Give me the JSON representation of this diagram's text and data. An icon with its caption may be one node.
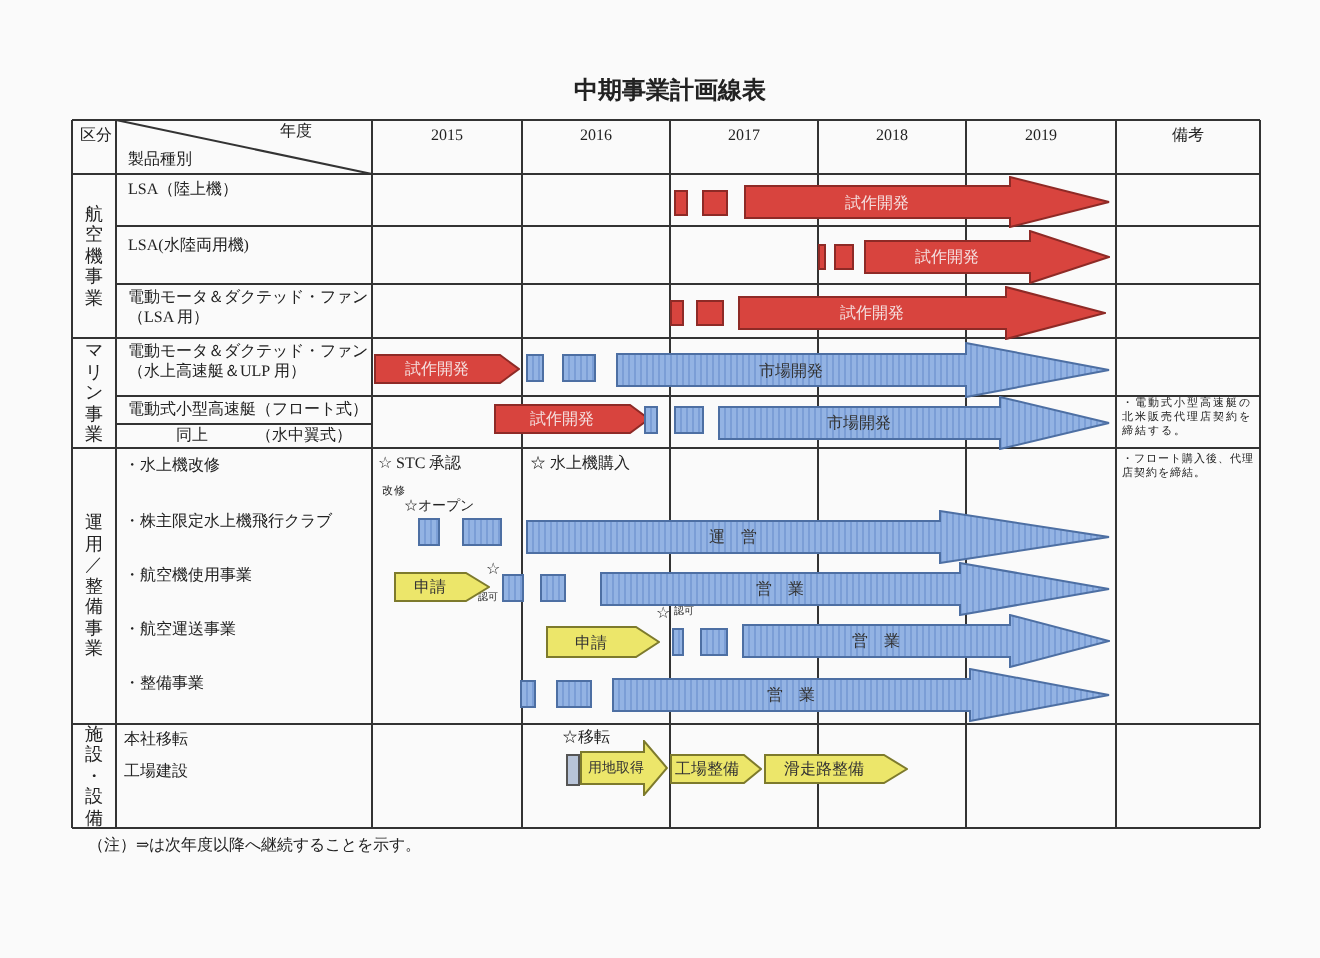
{
  "diagram": {
    "title": "中期事業計画線表",
    "nodes": [
      {
        "text": [],
        "shape": "bar"
      },
      {
        "text": [],
        "shape": "bar"
      },
      {
        "text": [
          "試作開発"
        ]
      },
      {
        "text": [],
        "shape": "bar"
      },
      {
        "text": [],
        "shape": "bar"
      },
      {
        "text": [
          "試作開発"
        ]
      },
      {
        "text": [],
        "shape": "bar"
      },
      {
        "text": [],
        "shape": "bar"
      },
      {
        "text": [
          "試作開発"
        ]
      },
      {
        "text": [
          "試作開発"
        ]
      },
      {
        "text": [],
        "shape": "bar"
      },
      {
        "text": [],
        "shape": "bar"
      },
      {
        "text": [
          "市場開発"
        ]
      },
      {
        "text": [
          "試作開発"
        ]
      },
      {
        "text": [],
        "shape": "bar"
      },
      {
        "text": [],
        "shape": "bar"
      },
      {
        "text": [
          "市場開発"
        ]
      },
      {
        "text": [],
        "shape": "bar"
      },
      {
        "text": [],
        "shape": "bar"
      },
      {
        "text": [
          "運　営"
        ]
      },
      {
        "text": [
          "申請"
        ]
      },
      {
        "text": [],
        "shape": "bar"
      },
      {
        "text": [],
        "shape": "bar"
      },
      {
        "text": [
          "営　業"
        ]
      },
      {
        "text": [
          "申請"
        ]
      },
      {
        "text": [],
        "shape": "bar"
      },
      {
        "text": [],
        "shape": "bar"
      },
      {
        "text": [
          "営　業"
        ]
      },
      {
        "text": [],
        "shape": "bar"
      },
      {
        "text": [],
        "shape": "bar"
      },
      {
        "text": [
          "営　業"
        ]
      },
      {
        "text": [],
        "shape": "bar"
      },
      {
        "text": [
          "用地取得"
        ]
      },
      {
        "text": [
          "工場整備"
        ]
      },
      {
        "text": [
          "滑走路整備"
        ]
      }
    ],
    "labels": [
      "区分",
      "年度",
      "製品種別",
      "2015",
      "2016",
      "2017",
      "2018",
      "2019",
      "備考",
      "航空機事業",
      "LSA（陸上機）",
      "LSA(水陸両用機)",
      "電動モータ＆ダクテッド・ファン（LSA 用）",
      "マリン事業",
      "電動モータ＆ダクテッド・ファン（水上高速艇＆ULP 用）",
      "電動式小型高速艇（フロート式）",
      "・電動式小型高速艇の北米販売代理店契約を締結する。",
      "同上",
      "（水中翼式）",
      "運用／整備事業",
      "・水上機改修",
      "☆ STC 承認",
      "☆ 水上機購入",
      "・フロート購入後、代理店契約を締結。",
      "改修",
      "・株主限定水上機飛行クラブ",
      "☆オープン",
      "・航空機使用事業",
      "☆",
      "認可",
      "・航空運送事業",
      "☆",
      "認可",
      "・整備事業",
      "施設・設備",
      "本社移転",
      "☆移転",
      "工場建設",
      "（注）⇒は次年度以降へ継続することを示す。"
    ]
  }
}
